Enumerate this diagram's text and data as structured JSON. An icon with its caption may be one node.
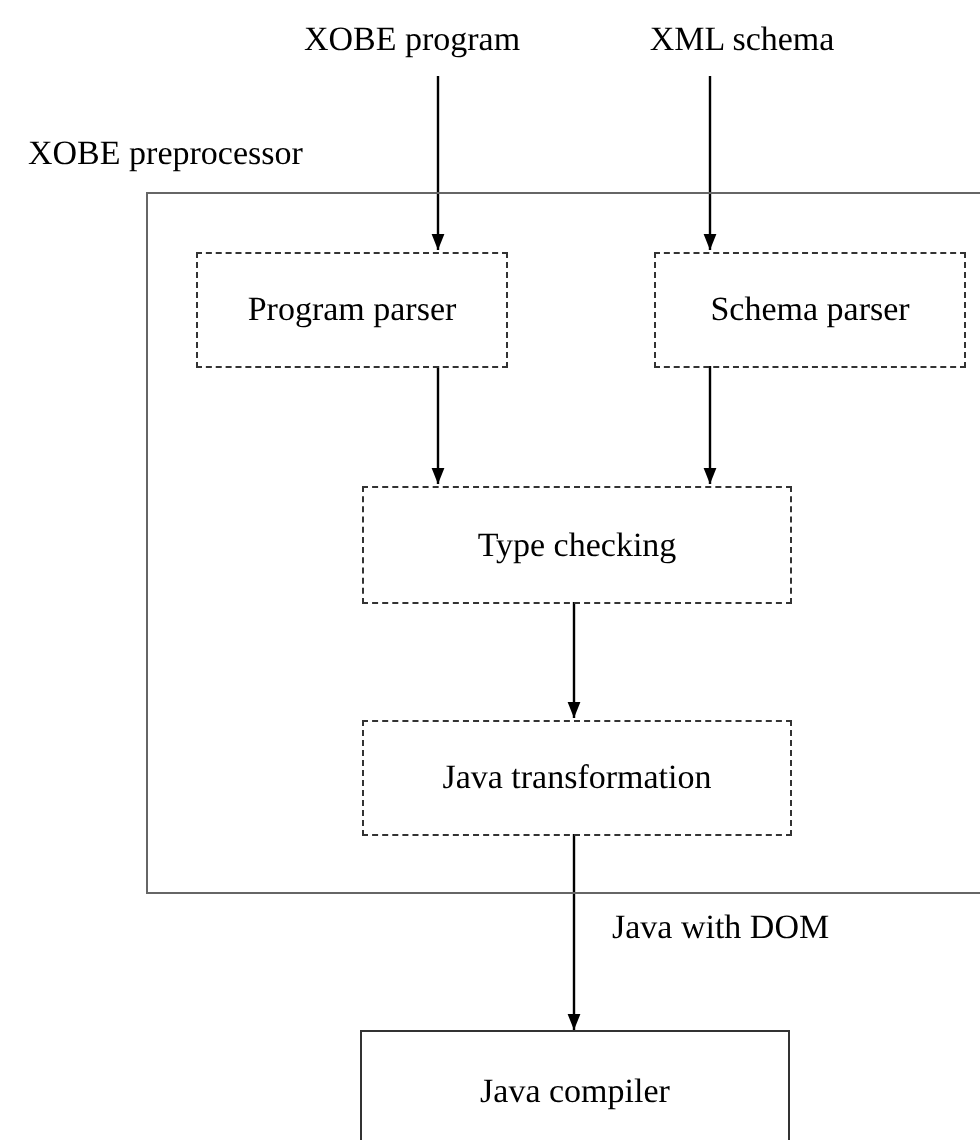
{
  "diagram": {
    "nodes": [
      {
        "text": [
          "XOBE program"
        ]
      },
      {
        "text": [
          "XML schema"
        ]
      },
      {
        "text": [
          "XOBE preprocessor"
        ]
      },
      {
        "text": [
          "Program parser"
        ],
        "in": 2
      },
      {
        "text": [
          "Schema parser"
        ],
        "in": 2
      },
      {
        "text": [
          "Type checking"
        ],
        "in": 2
      },
      {
        "text": [
          "Java transformation"
        ],
        "in": 2
      },
      {
        "text": [
          "Java compiler"
        ]
      }
    ],
    "edges": [
      {
        "from": 0,
        "to": 3,
        "arrow": "to"
      },
      {
        "from": 1,
        "to": 4,
        "arrow": "to"
      },
      {
        "from": 3,
        "to": 5,
        "arrow": "to"
      },
      {
        "from": 4,
        "to": 5,
        "arrow": "to"
      },
      {
        "from": 5,
        "to": 6,
        "arrow": "to"
      },
      {
        "from": 6,
        "to": 7,
        "arrow": "to",
        "label": "Java with DOM"
      }
    ]
  }
}
